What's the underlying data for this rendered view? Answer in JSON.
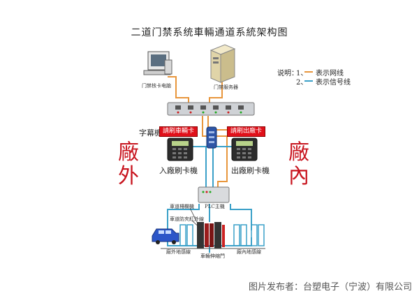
{
  "title": "二道门禁系统車輛通道系統架构图",
  "legend": {
    "label": "说明：",
    "item1_num": "1、",
    "item1_text": "表示网线",
    "item2_num": "2、",
    "item2_text": "表示信号线",
    "network_color": "#e8963c",
    "signal_color": "#3aa0c8"
  },
  "labels": {
    "pc": "门禁核卡电脑",
    "server": "门禁服务器",
    "display": "字幕機",
    "tag_in": "請刷車輛卡",
    "tag_out": "請刷出廠卡",
    "reader_in": "入廠刷卡機",
    "reader_out": "出廠刷卡機",
    "outside": "廠外",
    "inside": "廠內",
    "plc": "PLC主機",
    "barrier": "車道柵欄機",
    "red_light": "車道防夾紅外線",
    "loop_out": "廠外地感線",
    "loop_in": "廠內地感線",
    "gate": "車輛伸縮門"
  },
  "footer": "图片发布者：台塑电子（宁波）有限公司"
}
